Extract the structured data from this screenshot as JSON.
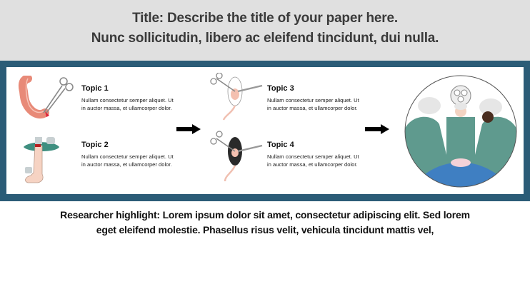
{
  "header": {
    "title_line1": "Title: Describe the title of your paper here.",
    "title_line2": "Nunc sollicitudin, libero ac eleifend tincidunt, dui nulla."
  },
  "colors": {
    "frame": "#2b5c77",
    "header_bg": "#e0e0e0",
    "scrub": "#5f9a8e"
  },
  "topics": [
    {
      "title": "Topic 1",
      "body": "Nullam consectetur semper aliquet. Ut in auctor massa, et ullamcorper dolor.",
      "icon": "colon-clamp-illustration"
    },
    {
      "title": "Topic 2",
      "body": "Nullam consectetur semper aliquet. Ut in auctor massa, et ullamcorper dolor.",
      "icon": "leg-surgery-illustration"
    },
    {
      "title": "Topic 3",
      "body": "Nullam consectetur semper aliquet. Ut in auctor massa, et ullamcorper dolor.",
      "icon": "white-rat-surgery-illustration"
    },
    {
      "title": "Topic 4",
      "body": "Nullam consectetur semper aliquet. Ut in auctor massa, et ullamcorper dolor.",
      "icon": "black-rat-surgery-illustration"
    }
  ],
  "surgeons_icon": "surgical-team-illustration",
  "highlight": {
    "line1": "Researcher highlight: Lorem ipsum dolor sit amet, consectetur adipiscing elit. Sed  lorem",
    "line2": "eget eleifend molestie. Phasellus risus velit, vehicula tincidunt mattis vel,"
  }
}
